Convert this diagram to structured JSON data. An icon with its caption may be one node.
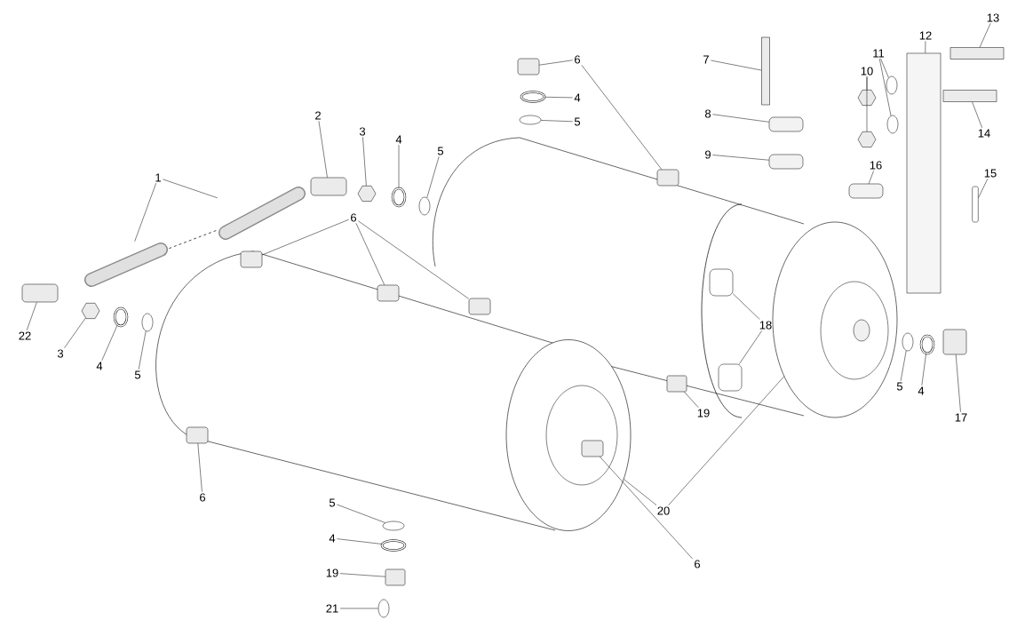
{
  "diagram": {
    "nodes": [
      {
        "text": [
          "13"
        ]
      },
      {
        "text": [
          "12"
        ]
      },
      {
        "text": [
          "6"
        ]
      },
      {
        "text": [
          "7"
        ]
      },
      {
        "text": [
          "11"
        ]
      },
      {
        "text": [
          "10"
        ]
      },
      {
        "text": [
          "4"
        ]
      },
      {
        "text": [
          "8"
        ]
      },
      {
        "text": [
          "2"
        ]
      },
      {
        "text": [
          "5"
        ]
      },
      {
        "text": [
          "3"
        ]
      },
      {
        "text": [
          "14"
        ]
      },
      {
        "text": [
          "4"
        ]
      },
      {
        "text": [
          "5"
        ]
      },
      {
        "text": [
          "9"
        ]
      },
      {
        "text": [
          "16"
        ]
      },
      {
        "text": [
          "15"
        ]
      },
      {
        "text": [
          "1"
        ]
      },
      {
        "text": [
          "6"
        ]
      },
      {
        "text": [
          "18"
        ]
      },
      {
        "text": [
          "22"
        ]
      },
      {
        "text": [
          "3"
        ]
      },
      {
        "text": [
          "4"
        ]
      },
      {
        "text": [
          "5"
        ]
      },
      {
        "text": [
          "5"
        ]
      },
      {
        "text": [
          "4"
        ]
      },
      {
        "text": [
          "19"
        ]
      },
      {
        "text": [
          "17"
        ]
      },
      {
        "text": [
          "6"
        ]
      },
      {
        "text": [
          "5"
        ]
      },
      {
        "text": [
          "20"
        ]
      },
      {
        "text": [
          "4"
        ]
      },
      {
        "text": [
          "6"
        ]
      },
      {
        "text": [
          "19"
        ]
      },
      {
        "text": [
          "21"
        ]
      },
      {
        "text": [],
        "shape": "circle"
      },
      {
        "text": [],
        "shape": "circle"
      },
      {
        "text": [],
        "shape": "box",
        "in": 36
      },
      {
        "text": [],
        "shape": "bar"
      },
      {
        "text": [],
        "shape": "bar"
      },
      {
        "text": [],
        "shape": "box"
      },
      {
        "text": [],
        "shape": "box"
      },
      {
        "text": [],
        "shape": "bar"
      },
      {
        "text": [],
        "shape": "circle"
      },
      {
        "text": [],
        "shape": "circle"
      },
      {
        "text": [],
        "shape": "hexagon"
      },
      {
        "text": [],
        "shape": "hexagon"
      },
      {
        "text": [],
        "shape": "circle"
      },
      {
        "text": [],
        "shape": "box"
      },
      {
        "text": [],
        "shape": "box"
      },
      {
        "text": [],
        "shape": "circle"
      },
      {
        "text": [],
        "shape": "hexagon"
      },
      {
        "text": [],
        "shape": "bar"
      },
      {
        "text": [],
        "shape": "circle"
      },
      {
        "text": [],
        "shape": "circle"
      },
      {
        "text": [],
        "shape": "box"
      },
      {
        "text": [],
        "shape": "box"
      },
      {
        "text": [],
        "shape": "bar"
      },
      {
        "text": [],
        "shape": "picture"
      },
      {
        "text": [],
        "shape": "picture"
      },
      {
        "text": [],
        "shape": "box"
      },
      {
        "text": [],
        "shape": "box"
      },
      {
        "text": [],
        "shape": "box"
      },
      {
        "text": [],
        "shape": "box"
      },
      {
        "text": [],
        "shape": "box"
      },
      {
        "text": [],
        "shape": "box"
      },
      {
        "text": [],
        "shape": "hexagon"
      },
      {
        "text": [],
        "shape": "circle"
      },
      {
        "text": [],
        "shape": "circle"
      },
      {
        "text": [],
        "shape": "circle"
      },
      {
        "text": [],
        "shape": "circle"
      },
      {
        "text": [],
        "shape": "box"
      },
      {
        "text": [],
        "shape": "box"
      },
      {
        "text": [],
        "shape": "box"
      },
      {
        "text": [],
        "shape": "circle"
      },
      {
        "text": [],
        "shape": "circle"
      },
      {
        "text": [],
        "shape": "box"
      },
      {
        "text": [],
        "shape": "circle"
      }
    ],
    "edges": [
      {
        "from": 0,
        "to": 38,
        "arrow": "none"
      },
      {
        "from": 1,
        "to": 39,
        "arrow": "none"
      },
      {
        "from": 2,
        "to": 40,
        "arrow": "none"
      },
      {
        "from": 2,
        "to": 41,
        "arrow": "none"
      },
      {
        "from": 3,
        "to": 42,
        "arrow": "none"
      },
      {
        "from": 4,
        "to": 43,
        "arrow": "none"
      },
      {
        "from": 4,
        "to": 44,
        "arrow": "none"
      },
      {
        "from": 5,
        "to": 45,
        "arrow": "none"
      },
      {
        "from": 5,
        "to": 46,
        "arrow": "none"
      },
      {
        "from": 6,
        "to": 47,
        "arrow": "none"
      },
      {
        "from": 7,
        "to": 48,
        "arrow": "none"
      },
      {
        "from": 8,
        "to": 49,
        "arrow": "none"
      },
      {
        "from": 9,
        "to": 50,
        "arrow": "none"
      },
      {
        "from": 10,
        "to": 51,
        "arrow": "none"
      },
      {
        "from": 11,
        "to": 52,
        "arrow": "none"
      },
      {
        "from": 12,
        "to": 53,
        "arrow": "none"
      },
      {
        "from": 13,
        "to": 54,
        "arrow": "none"
      },
      {
        "from": 14,
        "to": 55,
        "arrow": "none"
      },
      {
        "from": 15,
        "to": 56,
        "arrow": "none"
      },
      {
        "from": 16,
        "to": 57,
        "arrow": "none"
      },
      {
        "from": 17,
        "to": 58,
        "arrow": "none"
      },
      {
        "from": 17,
        "to": 59,
        "arrow": "none"
      },
      {
        "from": 18,
        "to": 60,
        "arrow": "none"
      },
      {
        "from": 18,
        "to": 61,
        "arrow": "none"
      },
      {
        "from": 18,
        "to": 62,
        "arrow": "none"
      },
      {
        "from": 19,
        "to": 63,
        "arrow": "none"
      },
      {
        "from": 19,
        "to": 64,
        "arrow": "none"
      },
      {
        "from": 20,
        "to": 65,
        "arrow": "none"
      },
      {
        "from": 21,
        "to": 66,
        "arrow": "none"
      },
      {
        "from": 22,
        "to": 67,
        "arrow": "none"
      },
      {
        "from": 23,
        "to": 68,
        "arrow": "none"
      },
      {
        "from": 24,
        "to": 69,
        "arrow": "none"
      },
      {
        "from": 25,
        "to": 70,
        "arrow": "none"
      },
      {
        "from": 26,
        "to": 72,
        "arrow": "none"
      },
      {
        "from": 27,
        "to": 71,
        "arrow": "none"
      },
      {
        "from": 28,
        "to": 73,
        "arrow": "none"
      },
      {
        "from": 29,
        "to": 74,
        "arrow": "none"
      },
      {
        "from": 30,
        "to": 36,
        "arrow": "none"
      },
      {
        "from": 30,
        "to": 35,
        "arrow": "none"
      },
      {
        "from": 31,
        "to": 75,
        "arrow": "none"
      },
      {
        "from": 32,
        "to": 37,
        "arrow": "none"
      },
      {
        "from": 33,
        "to": 76,
        "arrow": "none"
      },
      {
        "from": 34,
        "to": 77,
        "arrow": "none"
      },
      {
        "from": 59,
        "to": 58,
        "arrow": "none",
        "style": "dashed"
      }
    ]
  }
}
